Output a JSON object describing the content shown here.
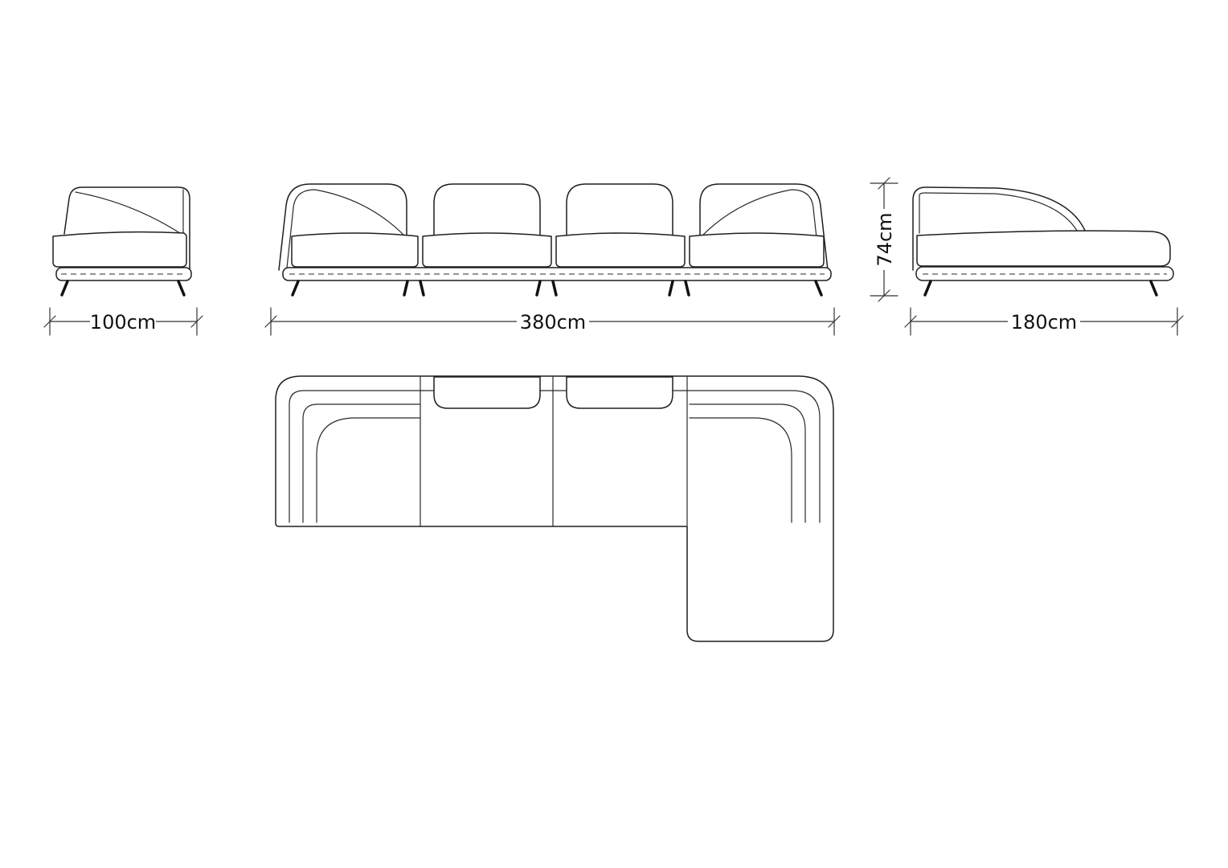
{
  "drawing": {
    "title": "sectional-sofa-technical-drawing",
    "views": [
      {
        "id": "end-view",
        "description": "single module end elevation"
      },
      {
        "id": "front-view",
        "description": "full sofa front elevation"
      },
      {
        "id": "chaise-side-view",
        "description": "chaise side elevation"
      },
      {
        "id": "plan-view",
        "description": "L-shaped sectional top view"
      }
    ]
  },
  "dimensions": {
    "module_width": "100cm",
    "overall_width": "380cm",
    "height": "74cm",
    "chaise_depth": "180cm"
  },
  "style": {
    "line_color": "#1f1f1f",
    "background": "#ffffff"
  }
}
